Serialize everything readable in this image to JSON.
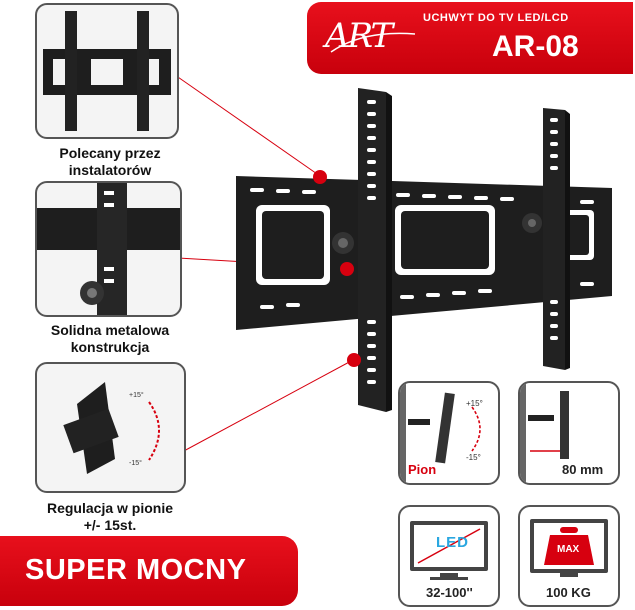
{
  "header": {
    "brand": "ART",
    "subtitle": "UCHWYT DO TV LED/LCD",
    "model": "AR-08"
  },
  "features": [
    {
      "caption_line1": "Polecany przez",
      "caption_line2": "instalatorów"
    },
    {
      "caption_line1": "Solidna metalowa",
      "caption_line2": "konstrukcja"
    },
    {
      "caption_line1": "Regulacja w pionie",
      "caption_line2": "+/- 15st.",
      "tilt_up": "+15°",
      "tilt_down": "-15°"
    }
  ],
  "slogan": "SUPER MOCNY",
  "specs": {
    "tilt": {
      "label": "Pion",
      "up": "+15°",
      "down": "-15°"
    },
    "depth": {
      "label": "80 mm"
    },
    "screen": {
      "label": "32-100''",
      "screen_text": "LED"
    },
    "load": {
      "label": "100 KG",
      "weight_text": "MAX"
    }
  },
  "colors": {
    "accent": "#d7000f",
    "mount": "#1e1e1e",
    "border": "#555555"
  }
}
